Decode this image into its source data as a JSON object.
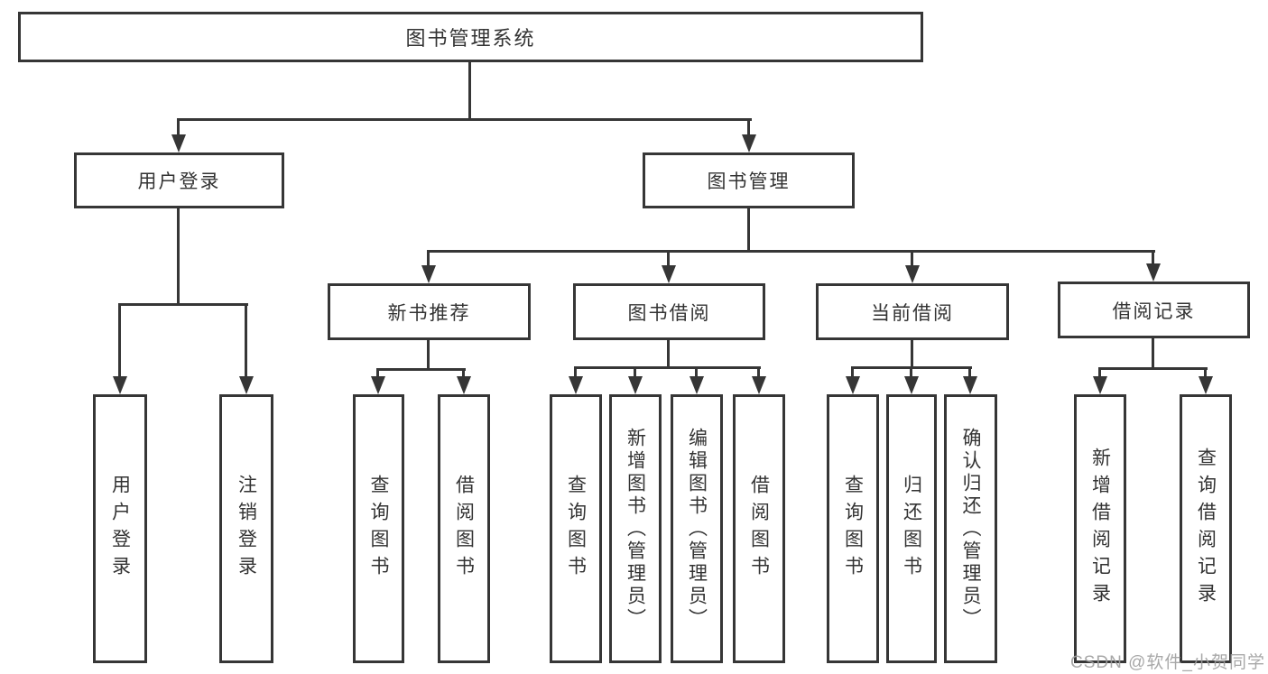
{
  "tree": {
    "root": {
      "label": "图书管理系统"
    },
    "branches": [
      {
        "label": "用户登录",
        "children": [
          {
            "label": "用户登录"
          },
          {
            "label": "注销登录"
          }
        ]
      },
      {
        "label": "图书管理",
        "children": [
          {
            "label": "新书推荐",
            "children": [
              {
                "label": "查询图书"
              },
              {
                "label": "借阅图书"
              }
            ]
          },
          {
            "label": "图书借阅",
            "children": [
              {
                "label": "查询图书"
              },
              {
                "label": "新增图书（管理员）"
              },
              {
                "label": "编辑图书（管理员）"
              },
              {
                "label": "借阅图书"
              }
            ]
          },
          {
            "label": "当前借阅",
            "children": [
              {
                "label": "查询图书"
              },
              {
                "label": "归还图书"
              },
              {
                "label": "确认归还（管理员）"
              }
            ]
          },
          {
            "label": "借阅记录",
            "children": [
              {
                "label": "新增借阅记录"
              },
              {
                "label": "查询借阅记录"
              }
            ]
          }
        ]
      }
    ]
  },
  "watermark": {
    "text": "CSDN @软件_小贺同学"
  },
  "colors": {
    "line": "#363636",
    "text": "#333333",
    "watermark": "#9e9e9e",
    "background": "#ffffff"
  }
}
